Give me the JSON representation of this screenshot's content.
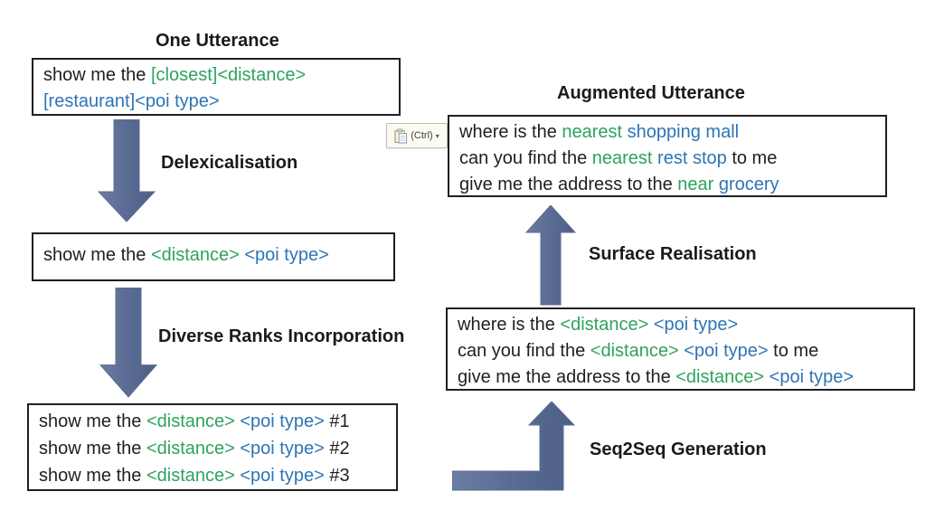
{
  "palette": {
    "text": "#1f1f1f",
    "slot_green": "#2FA25F",
    "slot_blue": "#2E74B5",
    "arrow_fill_light": "#6B7DA2",
    "arrow_fill_dark": "#4D5F87",
    "arrow_stroke": "#5D6D92",
    "box_border": "#1f1f1f"
  },
  "left_flow": {
    "title": "One Utterance",
    "source_box": {
      "lines": [
        [
          {
            "text": "show me the ",
            "color": "default"
          },
          {
            "text": "[closest]<distance>",
            "color": "green"
          }
        ],
        [
          {
            "text": "[restaurant]<poi type>",
            "color": "blue"
          }
        ]
      ]
    },
    "step1_label": "Delexicalisation",
    "delexicalised_box": {
      "lines": [
        [
          {
            "text": "show me the ",
            "color": "default"
          },
          {
            "text": "<distance>",
            "color": "green"
          },
          {
            "text": " ",
            "color": "default"
          },
          {
            "text": "<poi type>",
            "color": "blue"
          }
        ]
      ]
    },
    "step2_label": "Diverse Ranks Incorporation",
    "ranked_box": {
      "lines": [
        [
          {
            "text": "show me the ",
            "color": "default"
          },
          {
            "text": "<distance>",
            "color": "green"
          },
          {
            "text": " ",
            "color": "default"
          },
          {
            "text": "<poi type>",
            "color": "blue"
          },
          {
            "text": " #1",
            "color": "default"
          }
        ],
        [
          {
            "text": "show me the ",
            "color": "default"
          },
          {
            "text": "<distance>",
            "color": "green"
          },
          {
            "text": " ",
            "color": "default"
          },
          {
            "text": "<poi type>",
            "color": "blue"
          },
          {
            "text": " #2",
            "color": "default"
          }
        ],
        [
          {
            "text": "show me the ",
            "color": "default"
          },
          {
            "text": "<distance>",
            "color": "green"
          },
          {
            "text": " ",
            "color": "default"
          },
          {
            "text": "<poi type>",
            "color": "blue"
          },
          {
            "text": " #3",
            "color": "default"
          }
        ]
      ]
    }
  },
  "right_flow": {
    "title": "Augmented Utterance",
    "augmented_box": {
      "lines": [
        [
          {
            "text": "where is the ",
            "color": "default"
          },
          {
            "text": "nearest",
            "color": "green"
          },
          {
            "text": " shopping mall",
            "color": "blue"
          }
        ],
        [
          {
            "text": "can you find the ",
            "color": "default"
          },
          {
            "text": "nearest",
            "color": "green"
          },
          {
            "text": " rest stop",
            "color": "blue"
          },
          {
            "text": " to me",
            "color": "default"
          }
        ],
        [
          {
            "text": "give me the address to the ",
            "color": "default"
          },
          {
            "text": "near",
            "color": "green"
          },
          {
            "text": " grocery",
            "color": "blue"
          }
        ]
      ]
    },
    "step_up_label": "Surface Realisation",
    "template_box": {
      "lines": [
        [
          {
            "text": "where is the ",
            "color": "default"
          },
          {
            "text": "<distance>",
            "color": "green"
          },
          {
            "text": " ",
            "color": "default"
          },
          {
            "text": "<poi type>",
            "color": "blue"
          }
        ],
        [
          {
            "text": "can you find the ",
            "color": "default"
          },
          {
            "text": "<distance>",
            "color": "green"
          },
          {
            "text": " ",
            "color": "default"
          },
          {
            "text": "<poi type>",
            "color": "blue"
          },
          {
            "text": " to me",
            "color": "default"
          }
        ],
        [
          {
            "text": "give me the address to the ",
            "color": "default"
          },
          {
            "text": "<distance>",
            "color": "green"
          },
          {
            "text": " ",
            "color": "default"
          },
          {
            "text": "<poi type>",
            "color": "blue"
          }
        ]
      ]
    },
    "step_corner_label": "Seq2Seq Generation"
  },
  "paste_button": {
    "icon": "clipboard-icon",
    "label": "(Ctrl)",
    "dropdown_glyph": "▾"
  }
}
